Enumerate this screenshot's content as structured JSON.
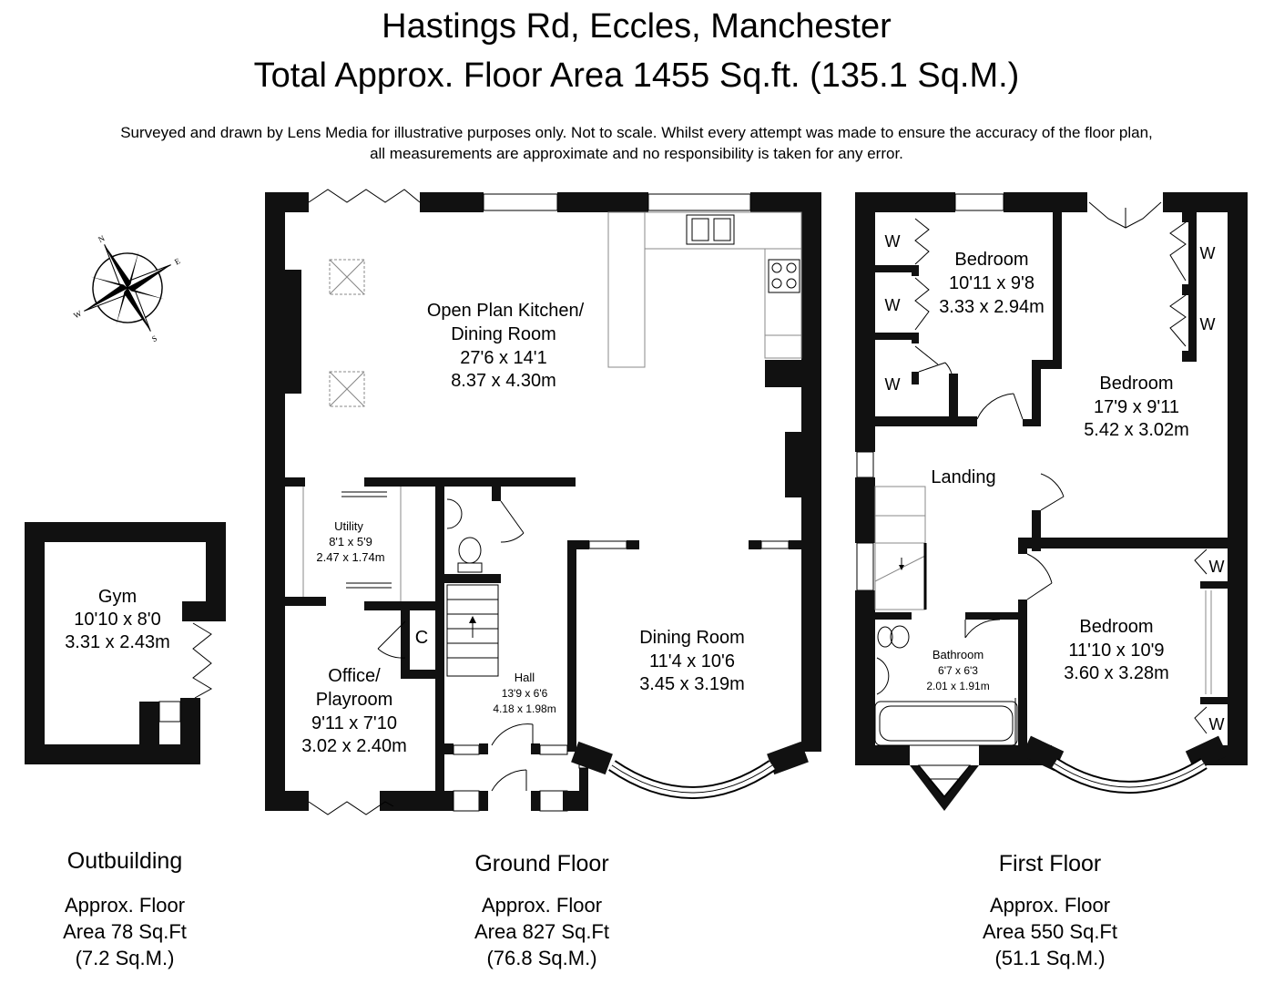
{
  "header": {
    "title": "Hastings Rd, Eccles, Manchester",
    "total_area": "Total Approx. Floor Area 1455 Sq.ft. (135.1 Sq.M.)",
    "disclaimer_line1": "Surveyed and drawn by Lens Media for illustrative purposes only. Not to scale. Whilst every attempt was made to ensure the accuracy of the floor plan,",
    "disclaimer_line2": "all measurements are approximate and no responsibility is taken for any error."
  },
  "compass": {
    "n": "N",
    "e": "E",
    "s": "S",
    "w": "W"
  },
  "outbuilding": {
    "label": "Outbuilding",
    "area_lines": [
      "Approx. Floor",
      "Area 78 Sq.Ft",
      "(7.2 Sq.M.)"
    ],
    "rooms": {
      "gym": {
        "name": "Gym",
        "imperial": "10'10 x 8'0",
        "metric": "3.31 x 2.43m"
      }
    }
  },
  "ground_floor": {
    "label": "Ground Floor",
    "area_lines": [
      "Approx. Floor",
      "Area 827 Sq.Ft",
      "(76.8 Sq.M.)"
    ],
    "rooms": {
      "kitchen": {
        "name1": "Open Plan Kitchen/",
        "name2": "Dining Room",
        "imperial": "27'6 x 14'1",
        "metric": "8.37 x 4.30m"
      },
      "utility": {
        "name": "Utility",
        "imperial": "8'1 x 5'9",
        "metric": "2.47 x 1.74m"
      },
      "office": {
        "name1": "Office/",
        "name2": "Playroom",
        "imperial": "9'11 x 7'10",
        "metric": "3.02 x 2.40m"
      },
      "cupboard": {
        "name": "C"
      },
      "hall": {
        "name": "Hall",
        "imperial": "13'9 x 6'6",
        "metric": "4.18 x 1.98m"
      },
      "dining": {
        "name": "Dining Room",
        "imperial": "11'4 x 10'6",
        "metric": "3.45 x 3.19m"
      }
    }
  },
  "first_floor": {
    "label": "First Floor",
    "area_lines": [
      "Approx. Floor",
      "Area 550 Sq.Ft",
      "(51.1 Sq.M.)"
    ],
    "wardrobe_label": "W",
    "rooms": {
      "bedroom1": {
        "name": "Bedroom",
        "imperial": "10'11 x 9'8",
        "metric": "3.33 x 2.94m"
      },
      "bedroom2": {
        "name": "Bedroom",
        "imperial": "17'9 x 9'11",
        "metric": "5.42 x 3.02m"
      },
      "landing": {
        "name": "Landing"
      },
      "bathroom": {
        "name": "Bathroom",
        "imperial": "6'7 x 6'3",
        "metric": "2.01 x 1.91m"
      },
      "bedroom3": {
        "name": "Bedroom",
        "imperial": "11'10 x 10'9",
        "metric": "3.60 x 3.28m"
      }
    }
  }
}
